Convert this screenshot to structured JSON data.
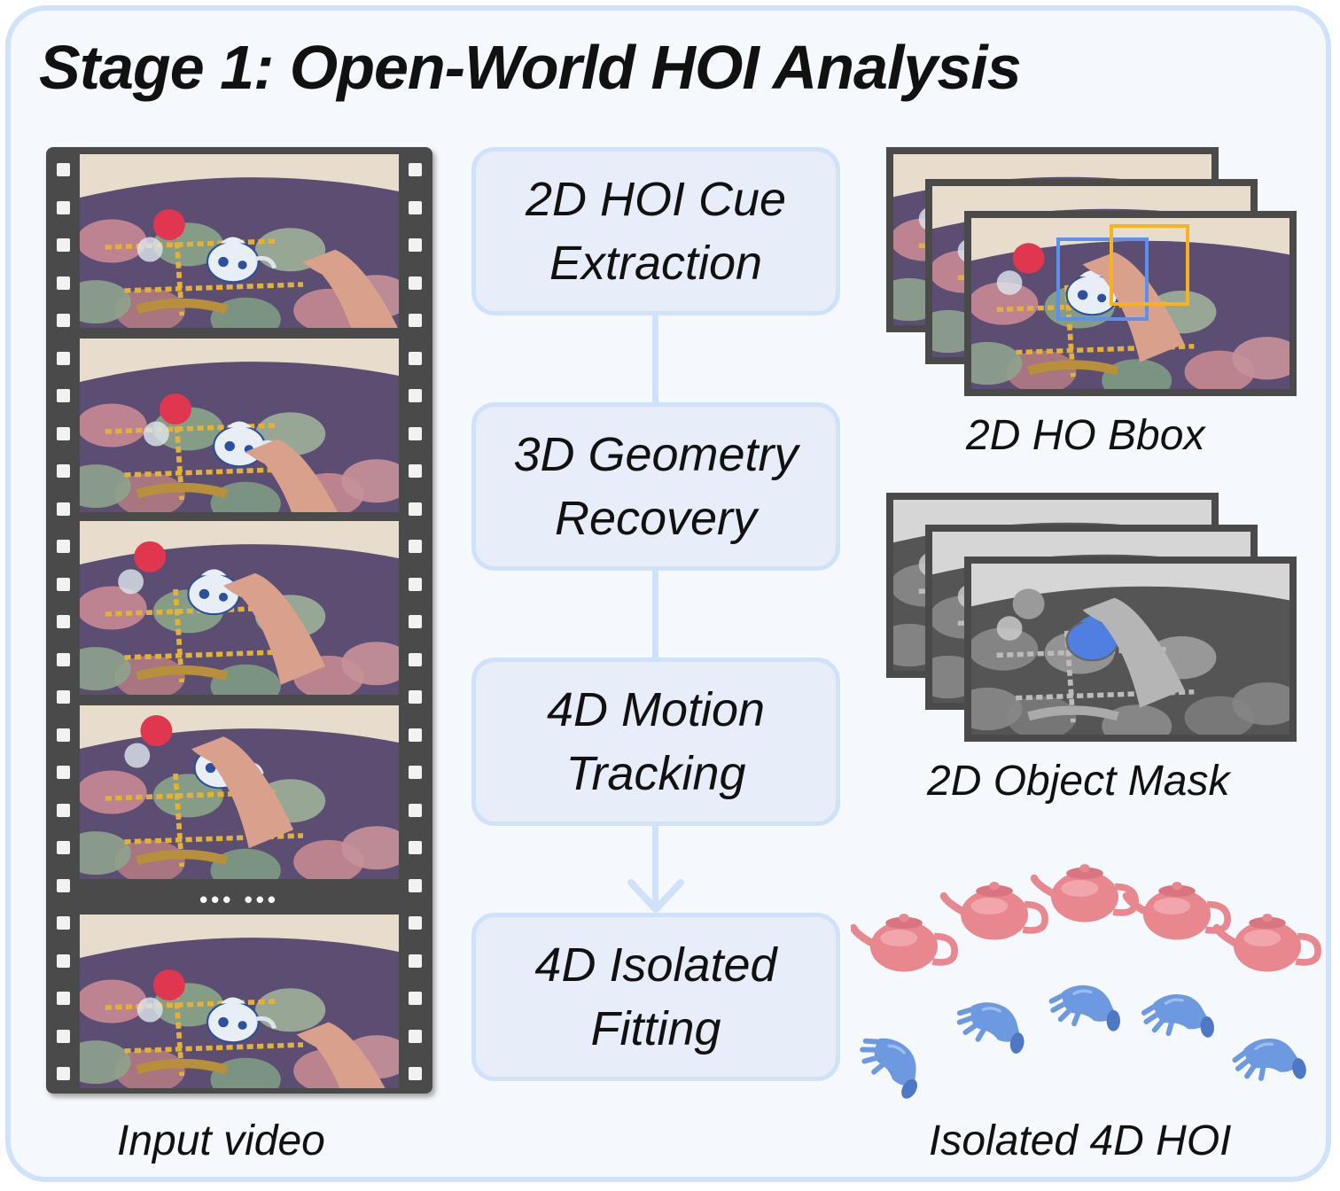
{
  "title": "Stage 1: Open-World HOI Analysis",
  "input_caption": "Input video",
  "ellipsis": "••• •••",
  "steps": [
    {
      "line1": "2D HOI Cue",
      "line2": "Extraction"
    },
    {
      "line1": "3D Geometry",
      "line2": "Recovery"
    },
    {
      "line1": "4D Motion",
      "line2": "Tracking"
    },
    {
      "line1": "4D Isolated",
      "line2": "Fitting"
    }
  ],
  "outputs": {
    "bbox_caption": "2D HO Bbox",
    "mask_caption": "2D Object  Mask",
    "hoi_caption": "Isolated 4D HOI"
  },
  "colors": {
    "panel_border": "#cfe2fa",
    "box_fill": "#e8eef9",
    "film": "#4a4a4a",
    "object_bbox": "#5b8ff0",
    "hand_bbox": "#f5b323",
    "teapot": "#e9878f",
    "hand": "#6d99e0",
    "mask": "#4f7fe0"
  }
}
